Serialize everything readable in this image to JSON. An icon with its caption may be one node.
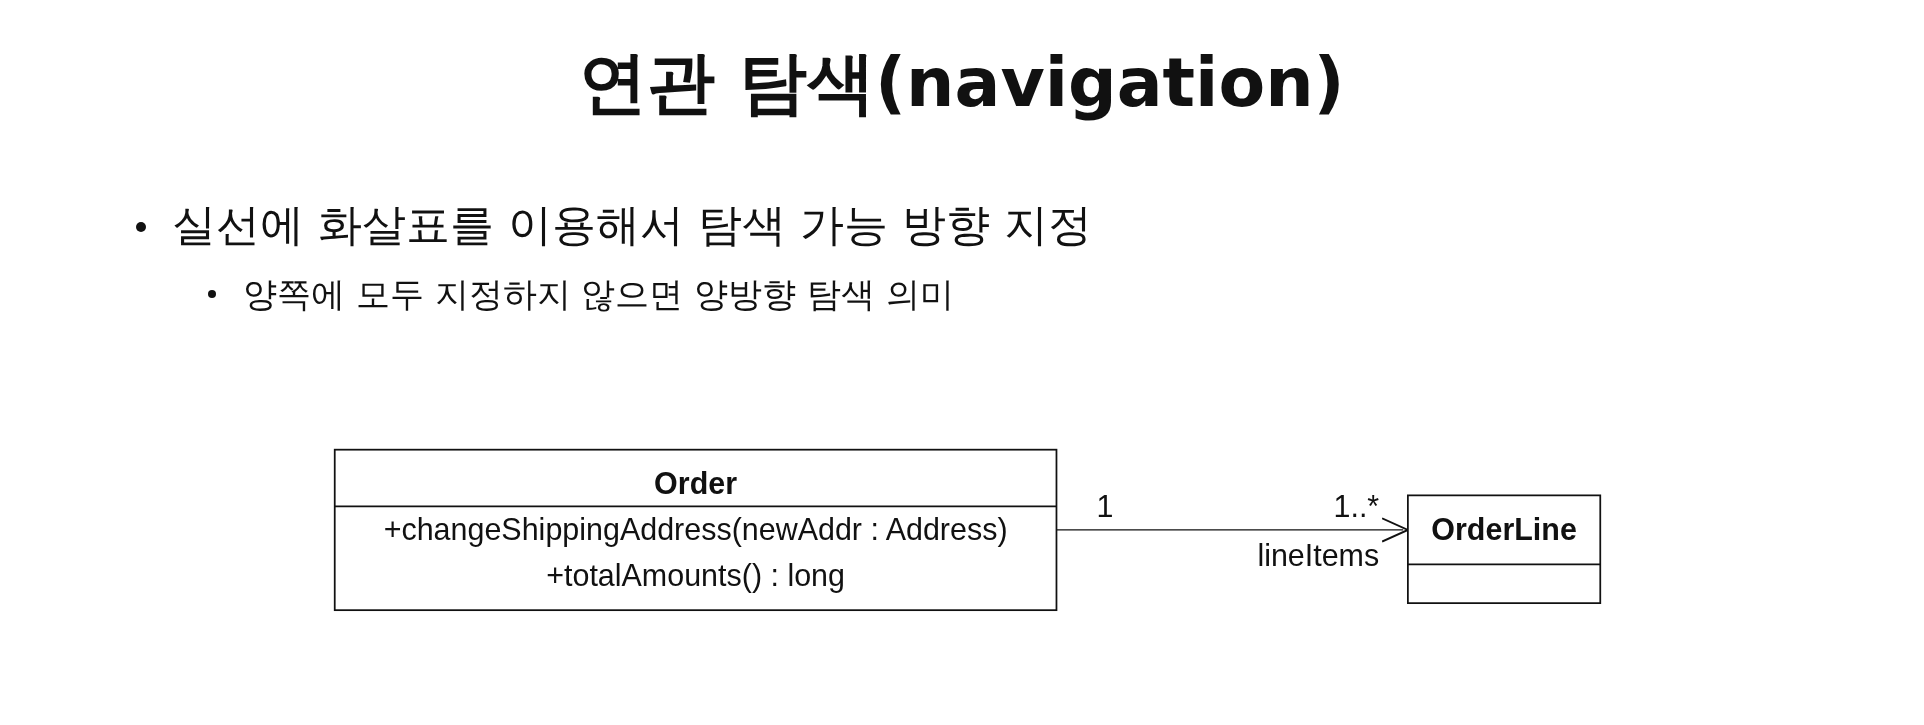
{
  "diagram": {
    "title": "연관 탐색(navigation)",
    "nodes": [
      {
        "text": [
          "Order",
          "+changeShippingAddress(newAddr : Address)",
          "+totalAmounts() : long"
        ]
      },
      {
        "text": [
          "OrderLine"
        ]
      }
    ],
    "edges": [
      {
        "from": 0,
        "to": 1,
        "arrow": "to"
      }
    ],
    "labels": [
      "실선에 화살표를 이용해서 탐색 가능 방향 지정",
      "양쪽에 모두 지정하지 않으면 양방향 탐색 의미",
      "1",
      "1..*",
      "lineItems"
    ]
  }
}
